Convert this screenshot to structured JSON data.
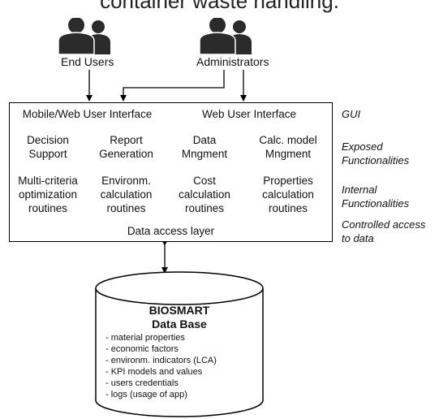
{
  "header": {
    "title": "container waste handling."
  },
  "actors": {
    "end_users": {
      "label": "End Users",
      "icon": "users-silhouette-icon"
    },
    "administrators": {
      "label": "Administrators",
      "icon": "users-silhouette-icon"
    }
  },
  "layers": {
    "gui": {
      "label": "GUI",
      "cells": [
        "Mobile/Web User Interface",
        "Web User Interface"
      ]
    },
    "exposed": {
      "label": "Exposed\nFunctionalities",
      "cells": [
        "Decision\nSupport",
        "Report\nGeneration",
        "Data\nMngment",
        "Calc. model\nMngment"
      ]
    },
    "internal": {
      "label": "Internal\nFunctionalities",
      "cells": [
        "Multi-criteria\noptimization\nroutines",
        "Environm.\ncalculation\nroutines",
        "Cost\ncalculation\nroutines",
        "Properties\ncalculation\nroutines"
      ]
    },
    "data_access": {
      "label": "Controlled access\nto data",
      "cells": [
        "Data access layer"
      ]
    }
  },
  "database": {
    "title": "BIOSMART\nData Base",
    "items": [
      "- material properties",
      "- economic factors",
      "- environm. indicators (LCA)",
      "- KPI models and values",
      "- users credentials",
      "- logs (usage of app)"
    ]
  }
}
